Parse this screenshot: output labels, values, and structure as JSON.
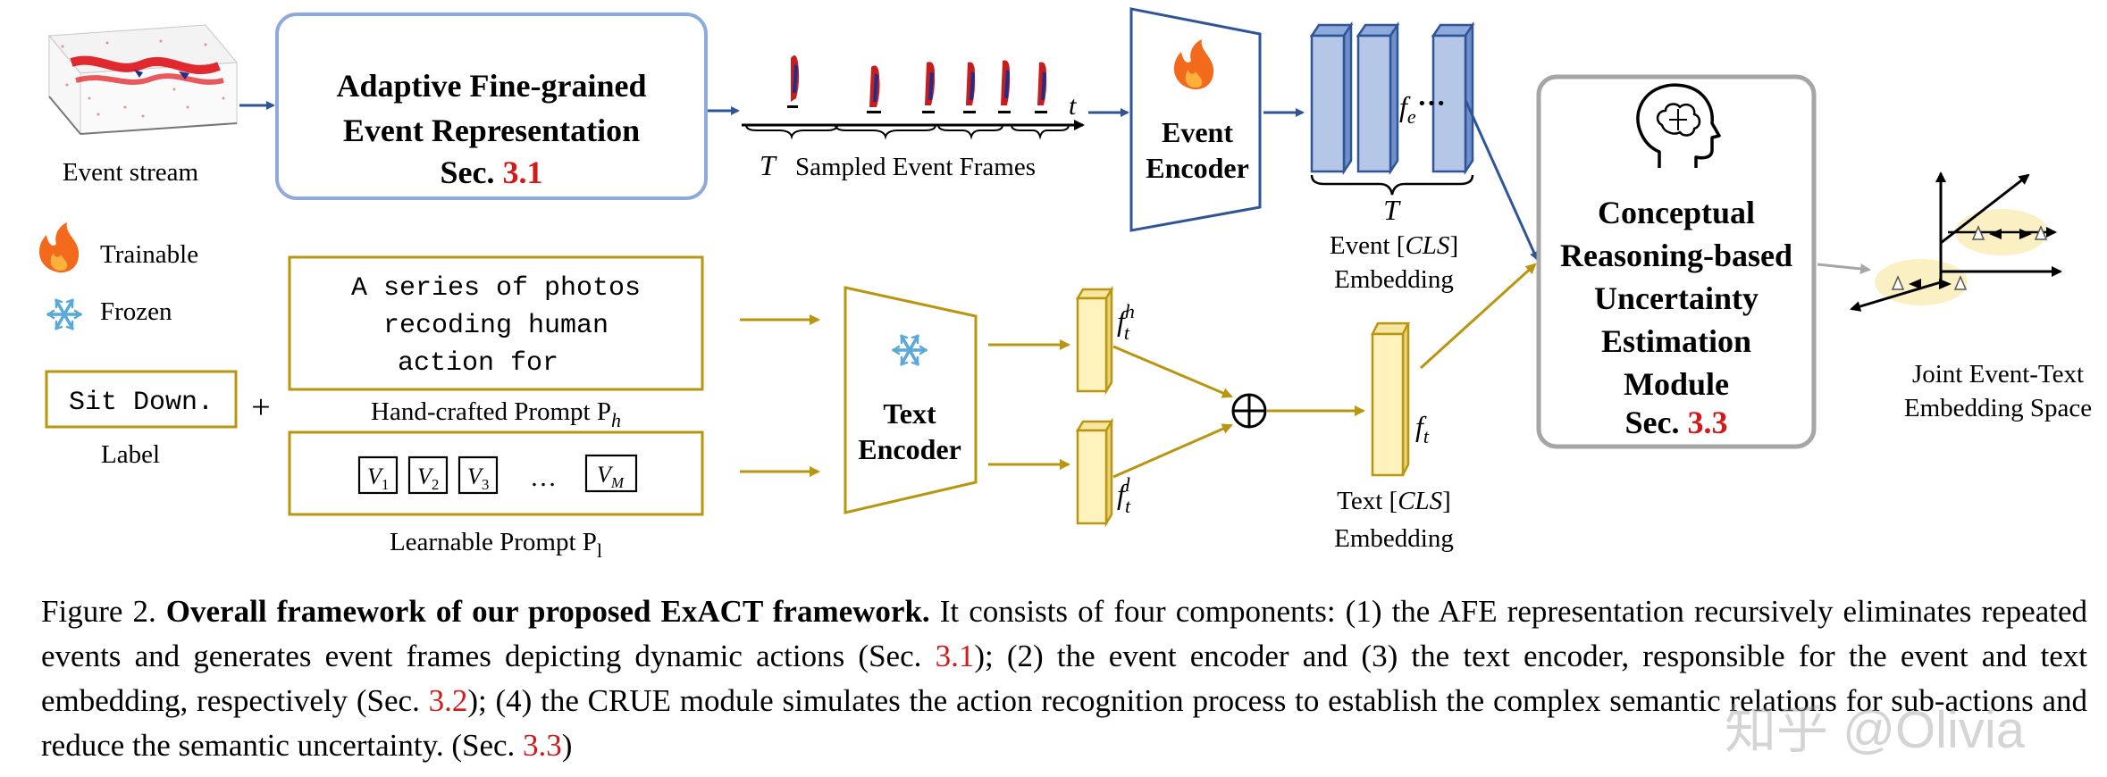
{
  "diagram": {
    "event_stream_label": "Event stream",
    "afe_box": {
      "line1": "Adaptive Fine-grained",
      "line2": "Event Representation",
      "sec_prefix": "Sec. ",
      "sec_num": "3.1"
    },
    "sampled_frames": {
      "T": "T",
      "label": "Sampled Event Frames",
      "t": "t"
    },
    "event_encoder": {
      "line1": "Event",
      "line2": "Encoder"
    },
    "event_embed": {
      "fe": "f",
      "fe_sub": "e",
      "dots": "···",
      "T": "T",
      "label_line1": "Event [",
      "cls": "CLS",
      "label_line1_end": "]",
      "label_line2": "Embedding"
    },
    "crue_box": {
      "line1": "Conceptual",
      "line2": "Reasoning-based",
      "line3": "Uncertainty",
      "line4": "Estimation",
      "line5": "Module",
      "sec_prefix": "Sec. ",
      "sec_num": "3.3"
    },
    "joint_space": {
      "line1": "Joint Event-Text",
      "line2": "Embedding Space"
    },
    "legend": {
      "trainable": "Trainable",
      "frozen": "Frozen"
    },
    "hand_prompt": {
      "line1": "A series of photos",
      "line2": "recoding human",
      "line3": "action for",
      "label": "Hand-crafted Prompt P",
      "label_sub": "h"
    },
    "label_box": {
      "text": "Sit Down.",
      "plus": "+",
      "label": "Label"
    },
    "learn_prompt": {
      "v1": "V",
      "v1s": "1",
      "v2": "V",
      "v2s": "2",
      "v3": "V",
      "v3s": "3",
      "dots": "…",
      "vm": "V",
      "vms": "M",
      "label": "Learnable Prompt P",
      "label_sub": "l"
    },
    "text_encoder": {
      "line1": "Text",
      "line2": "Encoder"
    },
    "fth": {
      "f": "f",
      "sub": "t",
      "sup": "h"
    },
    "ftl": {
      "f": "f",
      "sub": "t",
      "sup": "l"
    },
    "ft": {
      "f": "f",
      "sub": "t"
    },
    "text_embed": {
      "label_line1": "Text [",
      "cls": "CLS",
      "label_line1_end": "]",
      "label_line2": "Embedding"
    },
    "oplus": "⊕"
  },
  "caption": {
    "prefix": "Figure 2. ",
    "bold": "Overall framework of our proposed ExACT framework.",
    "p1": " It consists of four components: (1) the AFE representation recursively eliminates repeated events and generates event frames depicting dynamic actions (Sec. ",
    "r1": "3.1",
    "p2": "); (2) the event encoder and (3) the text encoder, responsible for the event and text embedding, respectively (Sec. ",
    "r2": "3.2",
    "p3": "); (4) the CRUE module simulates the action recognition process to establish the complex semantic relations for sub-actions and reduce the semantic uncertainty. (Sec. ",
    "r3": "3.3",
    "p4": ")"
  },
  "watermark": "知乎 @Olivia",
  "colors": {
    "blue": "#2f5597",
    "light_blue_box": "#6b8fc9",
    "gold": "#b8960f",
    "red_ref": "#d11a1a",
    "bar_blue": "#b4c7e7",
    "bar_yellow": "#fff2b3"
  }
}
